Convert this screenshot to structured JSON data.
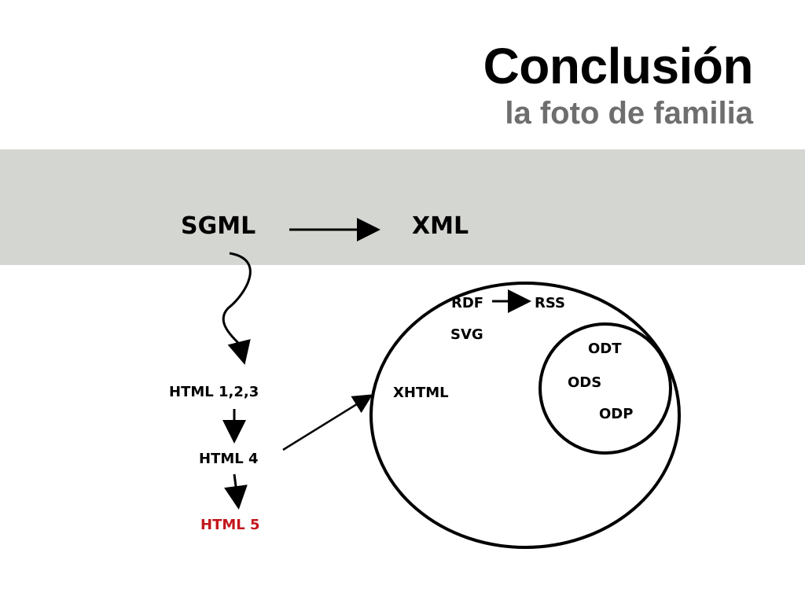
{
  "title": "Conclusión",
  "subtitle": "la foto de familia",
  "diagram": {
    "top": {
      "sgml": "SGML",
      "xml": "XML"
    },
    "html_chain": [
      "HTML 1,2,3",
      "HTML 4",
      "HTML 5"
    ],
    "xml_family": {
      "rdf": "RDF",
      "rss": "RSS",
      "svg": "SVG",
      "xhtml": "XHTML"
    },
    "odf_family": [
      "ODT",
      "ODS",
      "ODP"
    ]
  },
  "colors": {
    "band": "#d4d6d1",
    "highlight": "#c3161c",
    "subtitle": "#6e6e6e"
  }
}
